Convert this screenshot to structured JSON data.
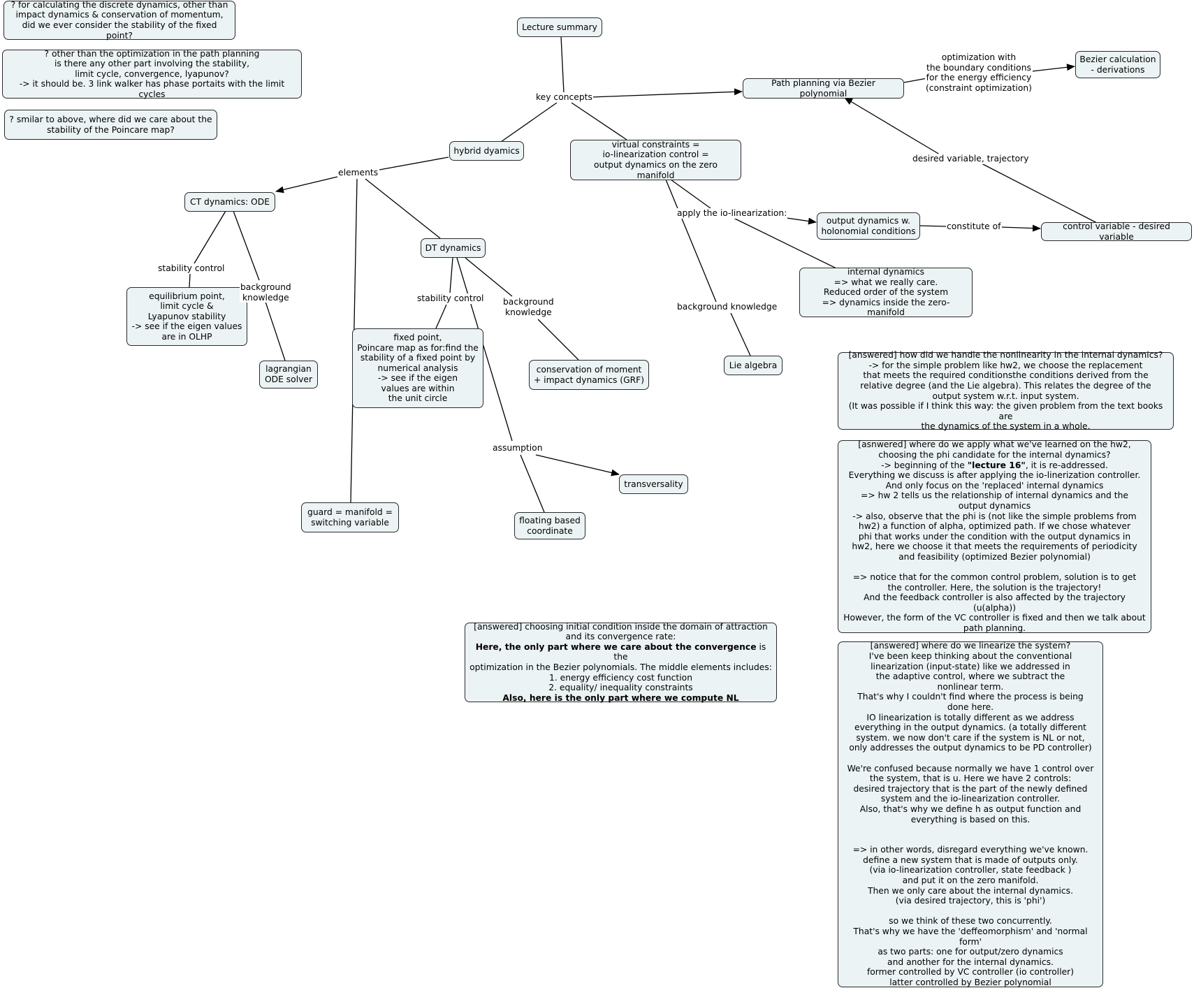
{
  "nodes": {
    "lecture_summary": "Lecture summary",
    "path_planning": "Path planning via Bezier polynomial",
    "bezier_calc": "Bezier calculation\n- derivations",
    "hybrid": "hybrid dyamics",
    "virtual_constraints": "virtual constraints =\nio-linearization control =\noutput dynamics on the zero manifold",
    "ct_dynamics": "CT dynamics: ODE",
    "dt_dynamics": "DT dynamics",
    "output_dyn": "output dynamics w.\nholonomial conditions",
    "control_var": "control variable - desired variable",
    "internal_dyn": "internal dynamics\n=> what we really care.\nReduced order of the system\n=> dynamics inside the zero-manifold",
    "equilibrium": "equilibrium point,\nlimit cycle &\nLyapunov stability\n-> see if the eigen values\nare in OLHP",
    "lagrangian": "lagrangian\nODE solver",
    "fixed_point": "fixed point,\nPoincare map as for:find the\nstability of a fixed point by\nnumerical analysis\n-> see if the eigen\nvalues are within\nthe unit circle",
    "conservation": "conservation of moment\n+ impact dynamics (GRF)",
    "lie_algebra": "Lie algebra",
    "transversality": "transversality",
    "guard": "guard = manifold =\nswitching variable",
    "floating": "floating based\ncoordinate",
    "q1": "? for calculating the discrete dynamics, other than\nimpact dynamics & conservation of momentum,\ndid we ever consider the stability of the fixed point?",
    "q2": "? other than the optimization in the path planning\nis there any other part involving the stability,\nlimit cycle, convergence, lyapunov?\n-> it should be. 3 link walker has phase portaits with the limit cycles",
    "q3": "? smilar to above, where did we care about the\nstability of the Poincare map?",
    "answered_nonlinearity": "[answered] how did we handle the nonlinearity in the internal dynamics?\n-> for the simple problem like hw2, we choose the replacement\nthat meets the required conditionsthe conditions derived from the\nrelative degree (and the Lie algebra). This relates the degree of the\noutput system w.r.t. input system.\n(It was possible if I think this way: the given problem from the text books are\nthe dynamics of the system in a whole.",
    "answered_hw2_a": "[asnwered] where do we apply what we've learned on the hw2,\nchoosing the phi candidate for the internal dynamics?\n-> beginning of the ",
    "answered_hw2_bold": "\"lecture 16\"",
    "answered_hw2_b": ", it is re-addressed.\nEverything we discuss is after applying the io-linerization controller.\nAnd only focus on the 'replaced' internal dynamics\n=> hw 2 tells us the relationship of internal dynamics and the\noutput dynamics\n-> also, observe that the phi is (not like the simple problems from\nhw2) a function of alpha, optimized path. If we chose whatever\nphi that works under the condition with the output dynamics in\nhw2, here we choose it that meets the requirements of periodicity\nand feasibility (optimized Bezier polynomial)\n\n=> notice that for the common control problem, solution is to get\nthe controller. Here, the solution is the trajectory!\nAnd the feedback controller is also affected by the trajectory (u(alpha))\nHowever, the form of the VC controller is fixed and then we talk about\npath planning.",
    "answered_initial_1": "[answered] choosing initial condition inside the domain of attraction\nand its convergence rate:",
    "answered_initial_bold1": "Here, the only part where we care about the convergence",
    "answered_initial_2": " is the\noptimization in the Bezier polynomials. The middle elements includes:\n1. energy efficiency cost function\n2. equality/ inequality constraints",
    "answered_initial_bold2": "Also, here is the only part where we compute NL",
    "answered_linearize": "[answered] where do we linearize the system?\nI've been keep thinking about the conventional\nlinearization (input-state) like we addressed in\nthe adaptive control, where we subtract the\nnonlinear term.\nThat's why I couldn't find where the process is being\ndone here.\nIO linearization is totally different as we address\neverything in the output dynamics. (a totally different\nsystem. we now don't care if the system is NL or not,\nonly addresses the output dynamics to be PD controller)\n\nWe're confused because normally we have 1 control over\nthe system, that is u. Here we have 2 controls:\ndesired trajectory that is the part of the newly defined\nsystem and the io-linearization controller.\nAlso, that's why we define h as output function and\neverything is based on this.\n\n\n=> in other words, disregard everything we've known.\ndefine a new system that is made of outputs only.\n(via io-linearization controller, state feedback )\nand put it on the zero manifold.\nThen we only care about the internal dynamics.\n(via desired trajectory, this is 'phi')\n\nso we think of these two concurrently.\nThat's why we have the 'deffeomorphism' and 'normal form'\nas two parts: one for output/zero dynamics\nand another for the internal dynamics.\nformer controlled by VC controller (io controller)\nlatter controlled by Bezier polynomial"
  },
  "labels": {
    "key_concepts": "key concepts",
    "optimization": "optimization with\nthe boundary conditions\nfor the energy efficiency\n(constraint optimization)",
    "desired_variable": "desired variable, trajectory",
    "elements": "elements",
    "apply_io": "apply the io-linearization:",
    "constitute": "constitute of",
    "stability_control_ct": "stability control",
    "background_ct": "background\nknowledge",
    "stability_control_dt": "stability control",
    "background_dt": "background\nknowledge",
    "background_vc": "background knowledge",
    "assumption": "assumption"
  }
}
